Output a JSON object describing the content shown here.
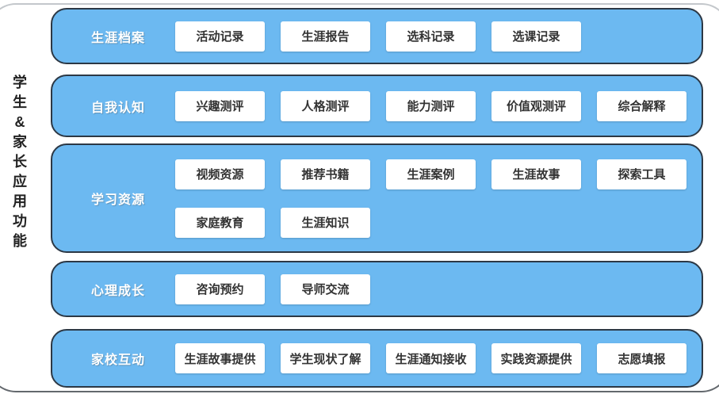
{
  "page": {
    "vertical_title": "学生&家长应用功能"
  },
  "colors": {
    "row_fill": "#6cb9f1",
    "row_border": "#2c3845",
    "label_text": "#ffffff",
    "box_bg": "#ffffff",
    "box_text": "#333333",
    "frame_border": "#c3c7cb",
    "frame_border_bottom": "#63686d",
    "title_text": "#222222"
  },
  "rows": [
    {
      "label": "生涯档案",
      "groups": [
        [
          "活动记录",
          "生涯报告",
          "选科记录",
          "选课记录"
        ]
      ]
    },
    {
      "label": "自我认知",
      "groups": [
        [
          "兴趣测评",
          "人格测评",
          "能力测评",
          "价值观测评",
          "综合解释"
        ]
      ]
    },
    {
      "label": "学习资源",
      "groups": [
        [
          "视频资源",
          "推荐书籍",
          "生涯案例",
          "生涯故事",
          "探索工具"
        ],
        [
          "家庭教育",
          "生涯知识"
        ]
      ]
    },
    {
      "label": "心理成长",
      "groups": [
        [
          "咨询预约",
          "导师交流"
        ]
      ]
    },
    {
      "label": "家校互动",
      "groups": [
        [
          "生涯故事提供",
          "学生现状了解",
          "生涯通知接收",
          "实践资源提供",
          "志愿填报"
        ]
      ]
    }
  ]
}
